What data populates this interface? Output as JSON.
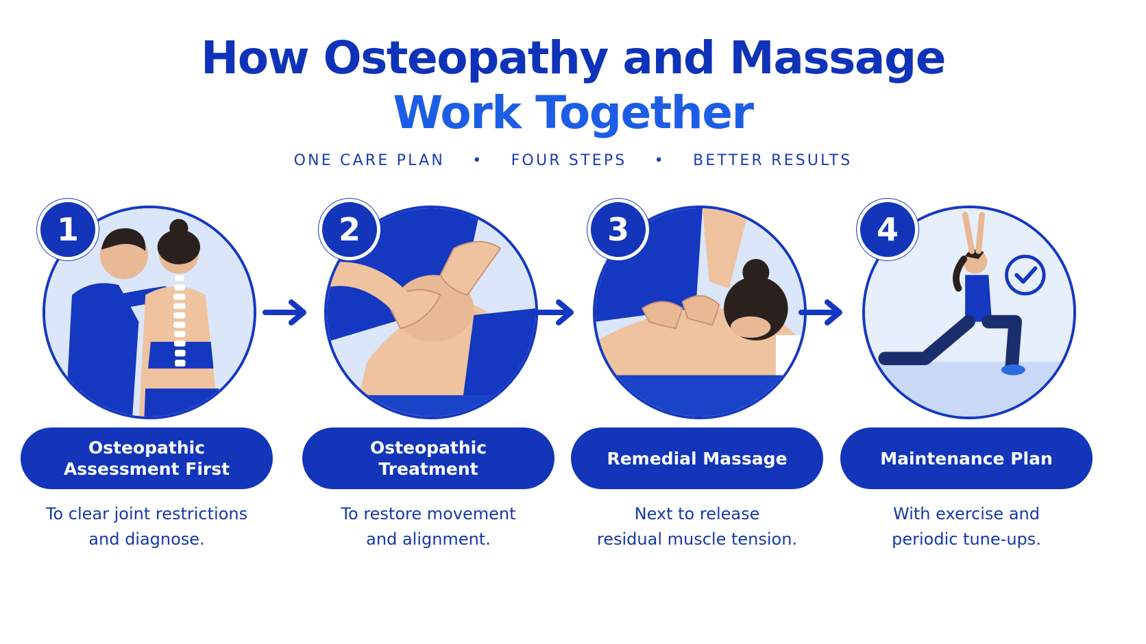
{
  "title": {
    "line1": "How Osteopathy and Massage",
    "line2": "Work Together"
  },
  "subtitle": [
    "ONE CARE PLAN",
    "FOUR STEPS",
    "BETTER RESULTS"
  ],
  "separator": "•",
  "colors": {
    "primary": "#1235ba",
    "accent": "#1d5de6",
    "circle_bg": "#dbe6fa"
  },
  "steps": [
    {
      "number": "1",
      "label": "Osteopathic Assessment First",
      "description": "To clear joint restrictions\nand diagnose.",
      "illustration": "spine-assessment-illustration"
    },
    {
      "number": "2",
      "label": "Osteopathic Treatment",
      "description": "To restore movement\nand alignment.",
      "illustration": "knee-treatment-illustration"
    },
    {
      "number": "3",
      "label": "Remedial Massage",
      "description": "Next to release\nresidual muscle tension.",
      "illustration": "back-massage-illustration"
    },
    {
      "number": "4",
      "label": "Maintenance Plan",
      "description": "With exercise and\nperiodic tune-ups.",
      "illustration": "stretch-exercise-illustration"
    }
  ]
}
